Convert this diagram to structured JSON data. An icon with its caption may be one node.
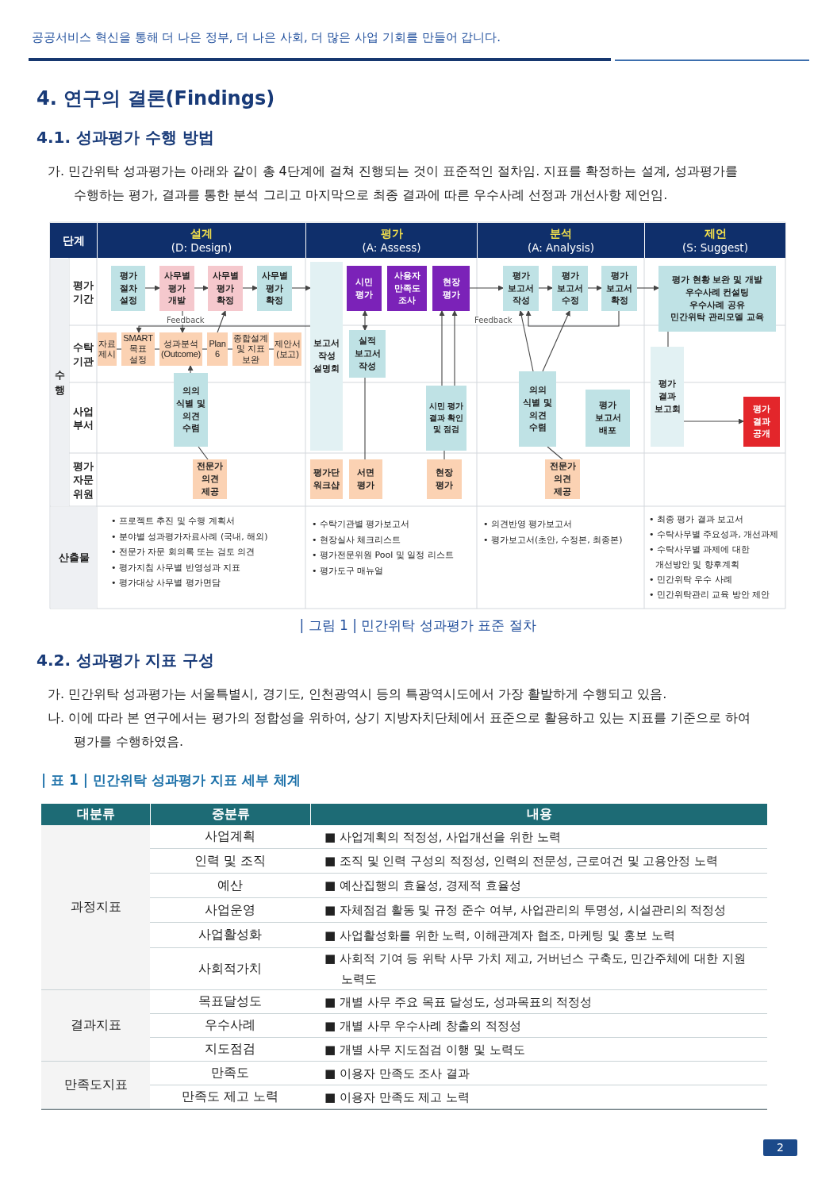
{
  "diagram": {
    "title": "4. 연구의 결론(Findings)",
    "caption": "| 그림 1 | 민간위탁 성과평가 표준 절차",
    "nodes": [
      {
        "text": [
          "평가 절차 설정"
        ]
      },
      {
        "text": [
          "사무별 평가 개발"
        ]
      },
      {
        "text": [
          "사무별 평가 확정"
        ]
      },
      {
        "text": [
          "사무별 평가 확정"
        ]
      },
      {
        "text": [
          "자료 제시"
        ]
      },
      {
        "text": [
          "SMART목표 설정"
        ]
      },
      {
        "text": [
          "성과분석 (Outcome)"
        ]
      },
      {
        "text": [
          "Plan 6"
        ]
      },
      {
        "text": [
          "종합설계 및 지표 보완"
        ]
      },
      {
        "text": [
          "제안서 (보고)"
        ]
      },
      {
        "text": [
          "의의 식별 및 의견 수렴"
        ]
      },
      {
        "text": [
          "전문가 의견 제공"
        ]
      },
      {
        "text": [
          "보고서 작성 설명회"
        ]
      },
      {
        "text": [
          "시민 평가"
        ]
      },
      {
        "text": [
          "사용자 만족도 조사"
        ]
      },
      {
        "text": [
          "현장 평가"
        ]
      },
      {
        "text": [
          "실적 보고서 작성"
        ]
      },
      {
        "text": [
          "시민 평가 결과 확인 및 점검"
        ]
      },
      {
        "text": [
          "평가단 워크샵"
        ]
      },
      {
        "text": [
          "서면 평가"
        ]
      },
      {
        "text": [
          "현장 평가"
        ]
      },
      {
        "text": [
          "평가 보고서 작성"
        ]
      },
      {
        "text": [
          "평가 보고서 수정"
        ]
      },
      {
        "text": [
          "평가 보고서 확정"
        ]
      },
      {
        "text": [
          "의의 식별 및 의견 수렴"
        ]
      },
      {
        "text": [
          "평가 보고서 배포"
        ]
      },
      {
        "text": [
          "전문가 의견 제공"
        ]
      },
      {
        "text": [
          "평가 현황 보완 및 개발",
          "우수사례 컨설팅",
          "우수사례 공유",
          "민간위탁 관리모델 교육"
        ]
      },
      {
        "text": [
          "평가 결과 보고회"
        ]
      },
      {
        "text": [
          "평가 결과 공개"
        ]
      }
    ],
    "edges": [
      {
        "from": 0,
        "to": 1,
        "arrow": "to"
      },
      {
        "from": 1,
        "to": 2,
        "arrow": "to"
      },
      {
        "from": 2,
        "to": 3,
        "arrow": "to"
      },
      {
        "from": 3,
        "to": 12,
        "arrow": "to"
      },
      {
        "from": 13,
        "to": 16,
        "arrow": "both"
      },
      {
        "from": 15,
        "to": 21,
        "arrow": "to"
      },
      {
        "from": 21,
        "to": 22,
        "arrow": "to"
      },
      {
        "from": 22,
        "to": 23,
        "arrow": "to"
      },
      {
        "from": 23,
        "to": 27,
        "arrow": "to"
      },
      {
        "from": 4,
        "to": 5,
        "arrow": "none"
      },
      {
        "from": 5,
        "to": 6,
        "arrow": "none"
      },
      {
        "from": 6,
        "to": 7,
        "arrow": "none"
      },
      {
        "from": 7,
        "to": 8,
        "arrow": "none"
      },
      {
        "from": 8,
        "to": 9,
        "arrow": "none"
      },
      {
        "from": 1,
        "to": 6,
        "arrow": "to",
        "label": "Feedback"
      },
      {
        "from": 12,
        "to": 5,
        "arrow": "to"
      },
      {
        "from": 7,
        "to": 2,
        "arrow": "to"
      },
      {
        "from": 10,
        "to": 6,
        "arrow": "to"
      },
      {
        "from": 11,
        "to": 10,
        "arrow": "none"
      },
      {
        "from": 17,
        "to": 15,
        "arrow": "to"
      },
      {
        "from": 17,
        "to": 15,
        "arrow": "to"
      },
      {
        "from": 16,
        "to": 19,
        "arrow": "none"
      },
      {
        "from": 20,
        "to": 17,
        "arrow": "none"
      },
      {
        "from": 24,
        "to": 21,
        "arrow": "to"
      },
      {
        "from": 24,
        "to": 22,
        "arrow": "to"
      },
      {
        "from": 23,
        "to": 21,
        "arrow": "to",
        "label": "Feedback"
      },
      {
        "from": 26,
        "to": 24,
        "arrow": "none"
      },
      {
        "from": 27,
        "to": 28,
        "arrow": "none"
      },
      {
        "from": 28,
        "to": 29,
        "arrow": "to"
      }
    ],
    "labels": [
      "공공서비스 혁신을 통해 더 나은 정부, 더 나은 사회, 더 많은 사업 기회를 만들어 갑니다.",
      "4.1. 성과평가 수행 방법",
      "가. 민간위탁 성과평가는 아래와 같이 총 4단계에 걸쳐 진행되는 것이 표준적인 절차임. 지표를 확정하는 설계, 성과평가를 수행하는 평가, 결과를 통한 분석 그리고 마지막으로 최종 결과에 따른 우수사례 선정과 개선사항 제언임.",
      "단계",
      "설계",
      "(D: Design)",
      "평가",
      "(A: Assess)",
      "분석",
      "(A: Analysis)",
      "제언",
      "(S: Suggest)",
      "수행",
      "평가 기간",
      "수탁 기관",
      "사업 부서",
      "평가 자문 위원",
      "산출물",
      "• 프로젝트 추진 및 수행 계획서",
      "• 분야별 성과평가자료사례 (국내, 해외)",
      "• 전문가 자문 회의록 또는 검토 의견",
      "• 평가지침 사무별 반영성과 지표",
      "• 평가대상 사무별 평가면담",
      "• 수탁기관별 평가보고서",
      "• 현장실사 체크리스트",
      "• 평가전문위원 Pool 및 일정 리스트",
      "• 평가도구 매뉴얼",
      "• 의견반영 평가보고서",
      "• 평가보고서(초안, 수정본, 최종본)",
      "• 최종 평가 결과 보고서",
      "• 수탁사무별 주요성과, 개선과제",
      "• 수탁사무별 과제에 대한 개선방안 및 향후계획",
      "• 민간위탁 우수 사례",
      "• 민간위탁관리 교육 방안 제안",
      "4.2. 성과평가 지표 구성",
      "가. 민간위탁 성과평가는 서울특별시, 경기도, 인천광역시 등의 특광역시도에서 가장 활발하게 수행되고 있음.",
      "나. 이에 따라 본 연구에서는 평가의 정합성을 위하여, 상기 지방자치단체에서 표준으로 활용하고 있는 지표를 기준으로 하여 평가를 수행하였음.",
      "| 표 1 | 민간위탁 성과평가 지표 세부 체계",
      "대분류",
      "중분류",
      "내용",
      "과정지표",
      "사업계획",
      "■ 사업계획의 적정성, 사업개선을 위한 노력",
      "인력 및 조직",
      "■ 조직 및 인력 구성의 적정성, 인력의 전문성, 근로여건 및 고용안정 노력",
      "예산",
      "■ 예산집행의 효율성, 경제적 효율성",
      "사업운영",
      "■ 자체점검 활동 및 규정 준수 여부, 사업관리의 투명성, 시설관리의 적정성",
      "사업활성화",
      "■ 사업활성화를 위한 노력, 이해관계자 협조, 마케팅 및 홍보 노력",
      "사회적가치",
      "■ 사회적 기여 등 위탁 사무 가치 제고, 거버넌스 구축도, 민간주체에 대한 지원 노력도",
      "결과지표",
      "목표달성도",
      "■ 개별 사무 주요 목표 달성도, 성과목표의 적정성",
      "우수사례",
      "■ 개별 사무 우수사례 창출의 적정성",
      "지도점검",
      "■ 개별 사무 지도점검 이행 및 노력도",
      "만족도지표",
      "만족도",
      "■ 이용자 만족도 조사 결과",
      "만족도 제고 노력",
      "■ 이용자 만족도 제고 노력",
      "2"
    ]
  }
}
